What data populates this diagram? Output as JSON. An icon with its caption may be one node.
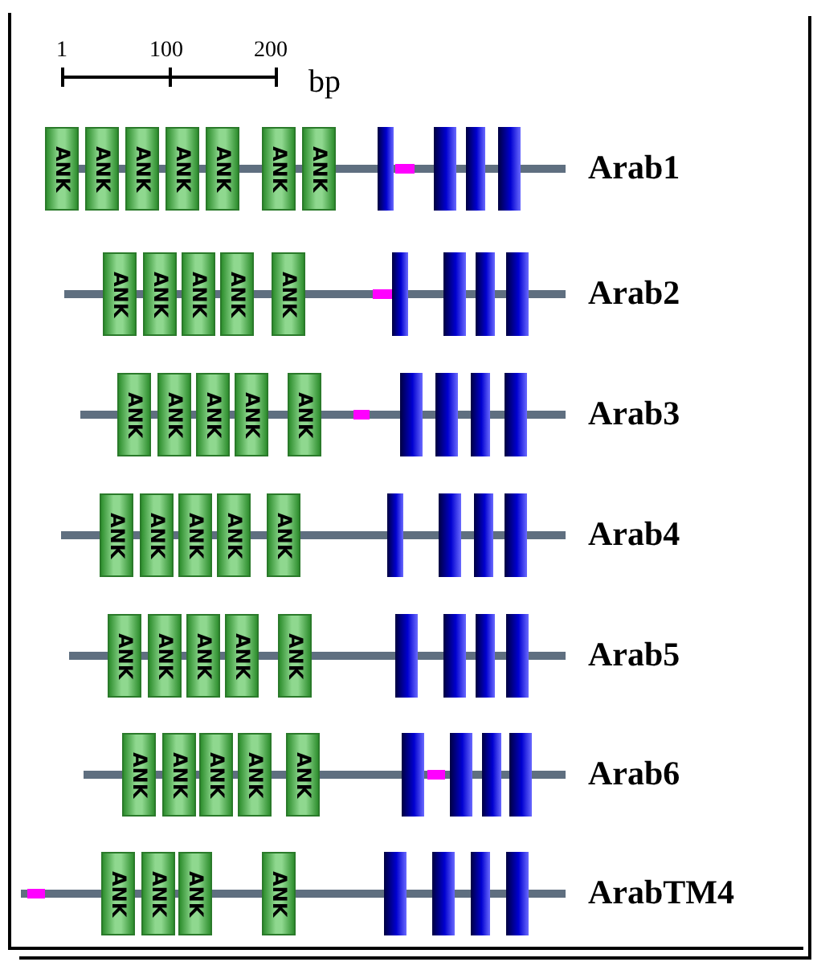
{
  "diagram": {
    "nodes": [
      {
        "text": [
          "ANK"
        ]
      },
      {
        "text": [
          "ANK"
        ]
      },
      {
        "text": [
          "ANK"
        ]
      },
      {
        "text": [
          "ANK"
        ]
      },
      {
        "text": [
          "ANK"
        ]
      },
      {
        "text": [
          "ANK"
        ]
      },
      {
        "text": [
          "ANK"
        ]
      },
      {
        "text": [
          "ANK"
        ]
      },
      {
        "text": [
          "ANK"
        ]
      },
      {
        "text": [
          "ANK"
        ]
      },
      {
        "text": [
          "ANK"
        ]
      },
      {
        "text": [
          "ANK"
        ]
      },
      {
        "text": [
          "ANK"
        ]
      },
      {
        "text": [
          "ANK"
        ]
      },
      {
        "text": [
          "ANK"
        ]
      },
      {
        "text": [
          "ANK"
        ]
      },
      {
        "text": [
          "ANK"
        ]
      },
      {
        "text": [
          "ANK"
        ]
      },
      {
        "text": [
          "ANK"
        ]
      },
      {
        "text": [
          "ANK"
        ]
      },
      {
        "text": [
          "ANK"
        ]
      },
      {
        "text": [
          "ANK"
        ]
      },
      {
        "text": [
          "ANK"
        ]
      },
      {
        "text": [
          "ANK"
        ]
      },
      {
        "text": [
          "ANK"
        ]
      },
      {
        "text": [
          "ANK"
        ]
      },
      {
        "text": [
          "ANK"
        ]
      },
      {
        "text": [
          "ANK"
        ]
      },
      {
        "text": [
          "ANK"
        ]
      },
      {
        "text": [
          "ANK"
        ]
      },
      {
        "text": [
          "ANK"
        ]
      },
      {
        "text": [
          "ANK"
        ]
      },
      {
        "text": [
          "ANK"
        ]
      },
      {
        "text": [
          "ANK"
        ]
      },
      {
        "text": [
          "ANK"
        ]
      },
      {
        "text": [
          "ANK"
        ]
      }
    ],
    "labels": [
      "1",
      "100",
      "200",
      "bp",
      "Arab1",
      "Arab2",
      "Arab3",
      "Arab4",
      "Arab5",
      "Arab6",
      "ArabTM4"
    ]
  }
}
